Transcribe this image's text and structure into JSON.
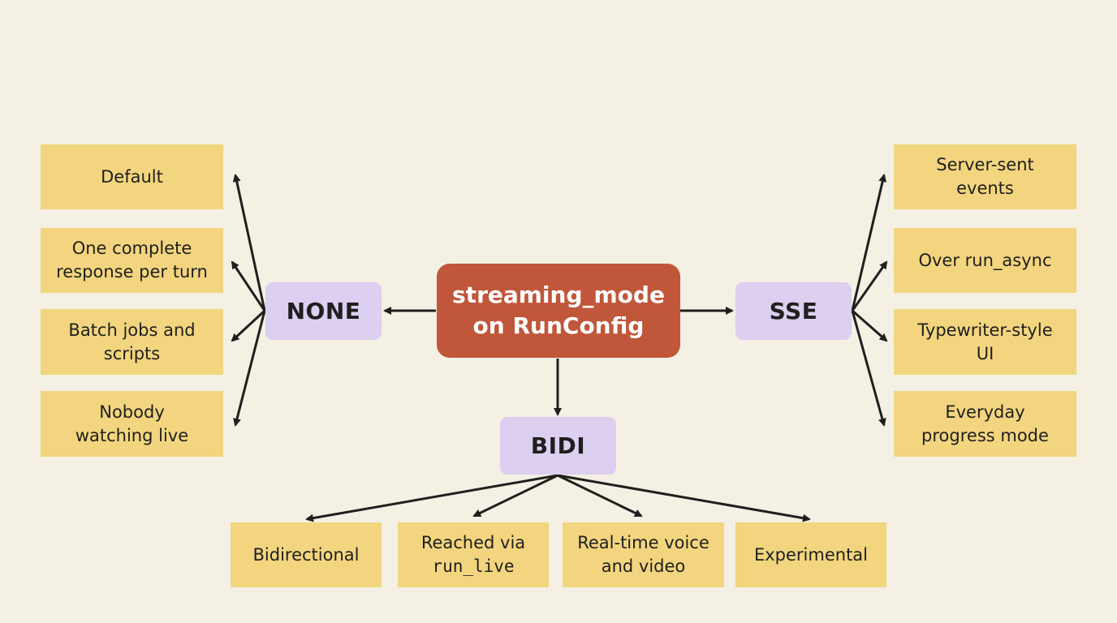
{
  "center": {
    "label": "streaming_mode\non RunConfig"
  },
  "modes": {
    "none": "NONE",
    "sse": "SSE",
    "bidi": "BIDI"
  },
  "none_items": [
    "Default",
    "One complete\nresponse per turn",
    "Batch jobs and\nscripts",
    "Nobody\nwatching live"
  ],
  "sse_items": [
    "Server-sent\nevents",
    "Over run_async",
    "Typewriter-style\nUI",
    "Everyday\nprogress mode"
  ],
  "bidi_items": {
    "first": "Bidirectional",
    "second_line1": "Reached via",
    "second_line2": "run_live",
    "third": "Real-time voice\nand video",
    "fourth": "Experimental"
  },
  "colors": {
    "background": "#f4f0e3",
    "leaf": "#f2d57e",
    "mode": "#dccff0",
    "center": "#c0573a",
    "arrow": "#1f1f1f"
  }
}
